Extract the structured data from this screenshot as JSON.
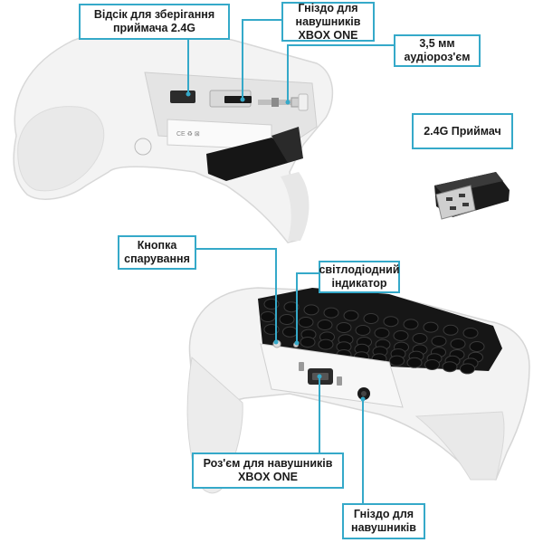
{
  "callouts": {
    "receiver_storage": {
      "line1": "Відсік для зберігання",
      "line2": "приймача 2.4G"
    },
    "xbox_jack_top": {
      "line1": "Гніздо для",
      "line2": "навушників",
      "line3": "XBOX ONE"
    },
    "audio_35": {
      "line1": "3,5 мм",
      "line2": "аудіороз'єм"
    },
    "receiver": {
      "line1": "2.4G Приймач"
    },
    "pair_button": {
      "line1": "Кнопка",
      "line2": "спарування"
    },
    "led": {
      "line1": "світлодіодний",
      "line2": "індикатор"
    },
    "xbox_connector": {
      "line1": "Роз'єм для навушників",
      "line2": "XBOX ONE"
    },
    "headphone_jack": {
      "line1": "Гніздо для",
      "line2": "навушників"
    }
  },
  "colors": {
    "accent": "#35a9c9",
    "device_white": "#f2f2f2",
    "keys": "#1c1c1c"
  }
}
